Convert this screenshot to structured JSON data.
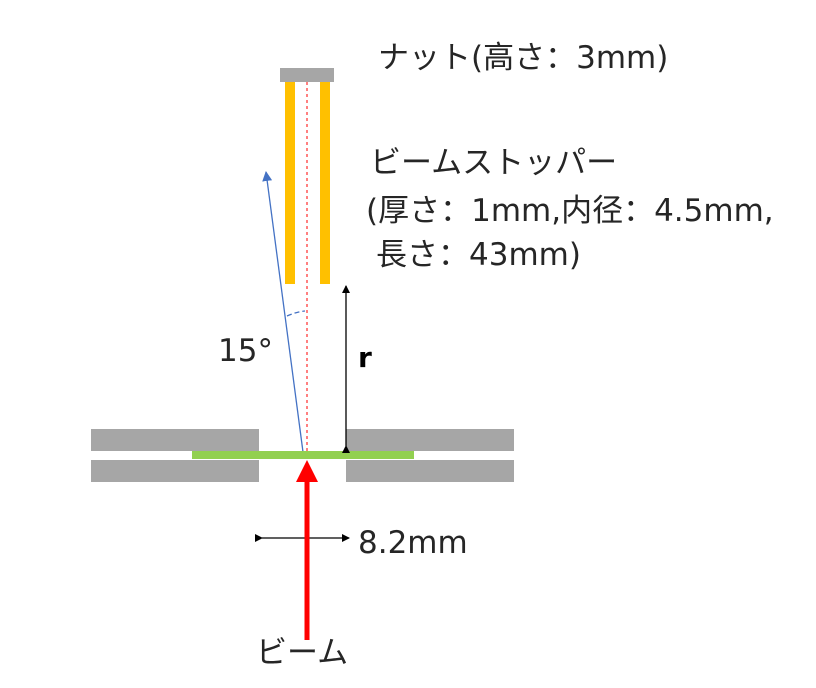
{
  "labels": {
    "nut": "ナット(高さ：3mm)",
    "stopper_title": "ビームストッパー",
    "stopper_dims_1": "(厚さ：1mm,内径：4.5mm,",
    "stopper_dims_2": "長さ：43mm)",
    "angle": "15°",
    "distance": "r",
    "hole_width": "8.2mm",
    "beam": "ビーム"
  },
  "colors": {
    "stopper": "#FFC000",
    "nut": "#A6A6A6",
    "plate": "#A6A6A6",
    "sample": "#92D050",
    "beam": "#FF0000",
    "axis": "#FF0000",
    "scatter_ray": "#4472C4",
    "dimension": "#000000"
  }
}
